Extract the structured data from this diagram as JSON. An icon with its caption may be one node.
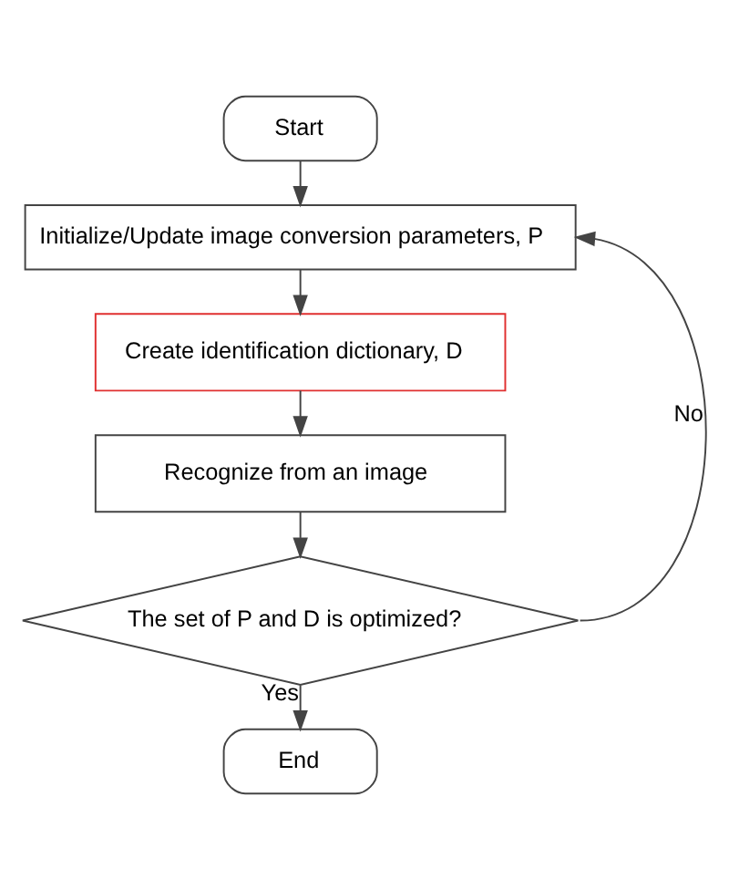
{
  "diagram": {
    "nodes": [
      {
        "text": [
          "Start"
        ]
      },
      {
        "text": [
          "Initialize/Update image conversion parameters, P"
        ]
      },
      {
        "text": [
          "Create identification dictionary, D"
        ]
      },
      {
        "text": [
          "Recognize from an image"
        ]
      },
      {
        "text": [
          "The set of P and D is optimized?"
        ]
      },
      {
        "text": [
          "End"
        ]
      }
    ],
    "edges": [
      {
        "from": 0,
        "to": 1,
        "arrow": "to"
      },
      {
        "from": 1,
        "to": 2,
        "arrow": "to"
      },
      {
        "from": 2,
        "to": 3,
        "arrow": "to"
      },
      {
        "from": 3,
        "to": 4,
        "arrow": "to"
      },
      {
        "from": 4,
        "to": 1,
        "arrow": "to",
        "label": "No"
      },
      {
        "from": 4,
        "to": 5,
        "arrow": "to",
        "label": "Yes"
      }
    ]
  }
}
